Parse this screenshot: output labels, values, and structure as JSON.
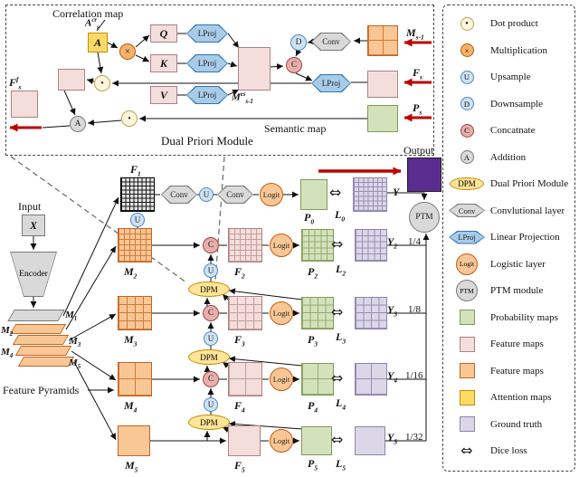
{
  "palette": {
    "red_arrow": "#c00000",
    "output_purple": "#5b2c8f",
    "orange_map": "#f9c795",
    "pink_map": "#f3dedc",
    "green_map": "#d4e2bc",
    "purple_map": "#dbd7e7",
    "yellow_map": "#ffd966",
    "blue_op": "#cfe2f3",
    "gray_op": "#d9d9d9"
  },
  "texts": {
    "correlation_map": "Correlation map",
    "dual_priori_module": "Dual Priori Module",
    "semantic_map": "Semantic map",
    "input": "Input",
    "encoder": "Encoder",
    "feature_pyramids": "Feature Pyramids",
    "output": "Output"
  },
  "ops": {
    "dot": "·",
    "mult": "×",
    "up": "U",
    "down": "D",
    "concat": "C",
    "add": "A",
    "dpm": "DPM",
    "conv": "Conv",
    "lproj": "LProj",
    "logit": "Logit",
    "ptm": "PTM",
    "dice": "⇔"
  },
  "labels": {
    "a_cr": {
      "b": "A",
      "sub": "s",
      "sup": "cr"
    },
    "a_box": {
      "b": "A"
    },
    "q": {
      "b": "Q"
    },
    "k": {
      "b": "K"
    },
    "v": {
      "b": "V"
    },
    "m_es": {
      "b": "M",
      "sub": "s-1",
      "sup": "es"
    },
    "m_in": {
      "b": "M",
      "sub": "s-1"
    },
    "f_in": {
      "b": "F",
      "sub": "s"
    },
    "p_in": {
      "b": "P",
      "sub": "s"
    },
    "f_f": {
      "b": "F",
      "sub": "s",
      "sup": "f"
    },
    "x": {
      "b": "X"
    },
    "m1": {
      "b": "M",
      "sub": "1"
    },
    "f1": {
      "b": "F",
      "sub": "1"
    },
    "p0": {
      "b": "P",
      "sub": "0"
    },
    "l0": {
      "b": "L",
      "sub": "0"
    },
    "y": {
      "b": "Y"
    }
  },
  "rows": [
    {
      "m": {
        "b": "M",
        "sub": "2"
      },
      "f": {
        "b": "F",
        "sub": "2"
      },
      "p": {
        "b": "P",
        "sub": "2"
      },
      "l": {
        "b": "L",
        "sub": "2"
      },
      "y": {
        "b": "Y",
        "sub": "2"
      },
      "frac": "1/4"
    },
    {
      "m": {
        "b": "M",
        "sub": "3"
      },
      "f": {
        "b": "F",
        "sub": "3"
      },
      "p": {
        "b": "P",
        "sub": "3"
      },
      "l": {
        "b": "L",
        "sub": "3"
      },
      "y": {
        "b": "Y",
        "sub": "3"
      },
      "frac": "1/8"
    },
    {
      "m": {
        "b": "M",
        "sub": "4"
      },
      "f": {
        "b": "F",
        "sub": "4"
      },
      "p": {
        "b": "P",
        "sub": "4"
      },
      "l": {
        "b": "L",
        "sub": "4"
      },
      "y": {
        "b": "Y",
        "sub": "4"
      },
      "frac": "1/16"
    },
    {
      "m": {
        "b": "M",
        "sub": "5"
      },
      "f": {
        "b": "F",
        "sub": "5"
      },
      "p": {
        "b": "P",
        "sub": "5"
      },
      "l": {
        "b": "L",
        "sub": "5"
      },
      "y": {
        "b": "Y",
        "sub": "5"
      },
      "frac": "1/32"
    }
  ],
  "legend": {
    "items": [
      {
        "icon": "dot-product-icon",
        "label": "Dot product"
      },
      {
        "icon": "multiplication-icon",
        "label": "Multiplication"
      },
      {
        "icon": "upsample-icon",
        "label": "Upsample"
      },
      {
        "icon": "downsample-icon",
        "label": "Downsample"
      },
      {
        "icon": "concatenate-icon",
        "label": "Concatnate"
      },
      {
        "icon": "addition-icon",
        "label": "Addition"
      },
      {
        "icon": "dpm-icon",
        "label": "Dual Priori Module"
      },
      {
        "icon": "conv-icon",
        "label": "Convlutional layer"
      },
      {
        "icon": "lproj-icon",
        "label": "Linear Projection"
      },
      {
        "icon": "logit-icon",
        "label": "Logistic layer"
      },
      {
        "icon": "ptm-icon",
        "label": "PTM module"
      },
      {
        "icon": "probability-map-icon",
        "label": "Probability maps"
      },
      {
        "icon": "feature-map-pink-icon",
        "label": "Feature maps"
      },
      {
        "icon": "feature-map-orange-icon",
        "label": "Feature maps"
      },
      {
        "icon": "attention-map-icon",
        "label": "Attention maps"
      },
      {
        "icon": "ground-truth-icon",
        "label": "Ground truth"
      },
      {
        "icon": "dice-loss-icon",
        "label": "Dice loss"
      }
    ]
  }
}
